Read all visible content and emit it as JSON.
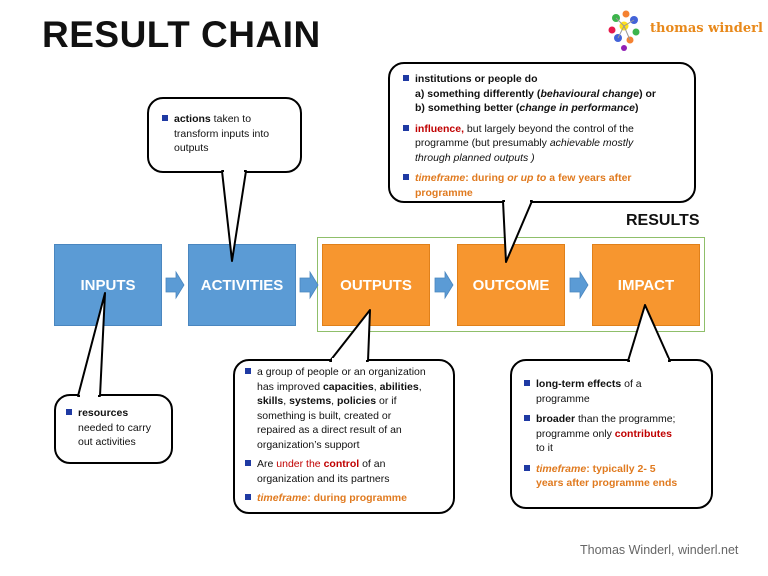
{
  "title": "RESULT CHAIN",
  "logo_text": "thomas winderl",
  "results_label": "RESULTS",
  "footer": "Thomas Winderl, winderl.net",
  "colors": {
    "blue": "#5b9bd5",
    "orange": "#f7962f",
    "frame": "#8fbf6a",
    "red": "#c00000",
    "orange_text": "#e07a1f",
    "bullet": "#1f3aa3"
  },
  "stages": [
    "INPUTS",
    "ACTIVITIES",
    "OUTPUTS",
    "OUTCOME",
    "IMPACT"
  ],
  "activities_bubble": {
    "bold": "actions",
    "rest1": " taken to",
    "line2": "transform inputs into",
    "line3": "outputs"
  },
  "inputs_bubble": {
    "bold": "resources",
    "line2": "needed to carry",
    "line3": "out activities"
  },
  "outcome_bubble": {
    "l1": "institutions or people do",
    "l2a": "a) something differently  (",
    "l2b": "behavioural change",
    "l2c": ") or",
    "l3a": "b) something better  (",
    "l3b": "change in performance",
    "l3c": ")",
    "i2a": "influence,",
    "i2b": " but largely beyond the control of the",
    "i2c": "programme  (but presumably ",
    "i2d": "achievable mostly",
    "i2e": "through planned outputs )",
    "i3a": "timeframe",
    "i3b": ": during ",
    "i3c": "or up to",
    "i3d": " a few years after",
    "i3e": "programme"
  },
  "outputs_bubble": {
    "l1": "a group of people or an organization",
    "l2a": "has improved ",
    "l2b": "capacities",
    "l2c": ", ",
    "l2d": "abilities",
    "l2e": ",",
    "l3a": "skills",
    "l3b": ", ",
    "l3c": "systems",
    "l3d": ", ",
    "l3e": "policies",
    "l3f": " or if",
    "l4": "something is built, created or",
    "l5": "repaired as a direct result of an",
    "l6": "organization’s support",
    "i2a": "Are ",
    "i2b": "under the ",
    "i2c": "control",
    "i2d": " of an",
    "i2e": "organization and its partners",
    "i3a": "timeframe",
    "i3b": ": during programme"
  },
  "impact_bubble": {
    "i1a": "long-term effects",
    "i1b": " of a",
    "i1c": "programme",
    "i2a": "broader",
    "i2b": " than the programme;",
    "i2c": "programme  only ",
    "i2d": "contributes",
    "i2e": "to it",
    "i3a": "timeframe",
    "i3b": ": typically 2- 5",
    "i3c": "years after programme ends"
  }
}
